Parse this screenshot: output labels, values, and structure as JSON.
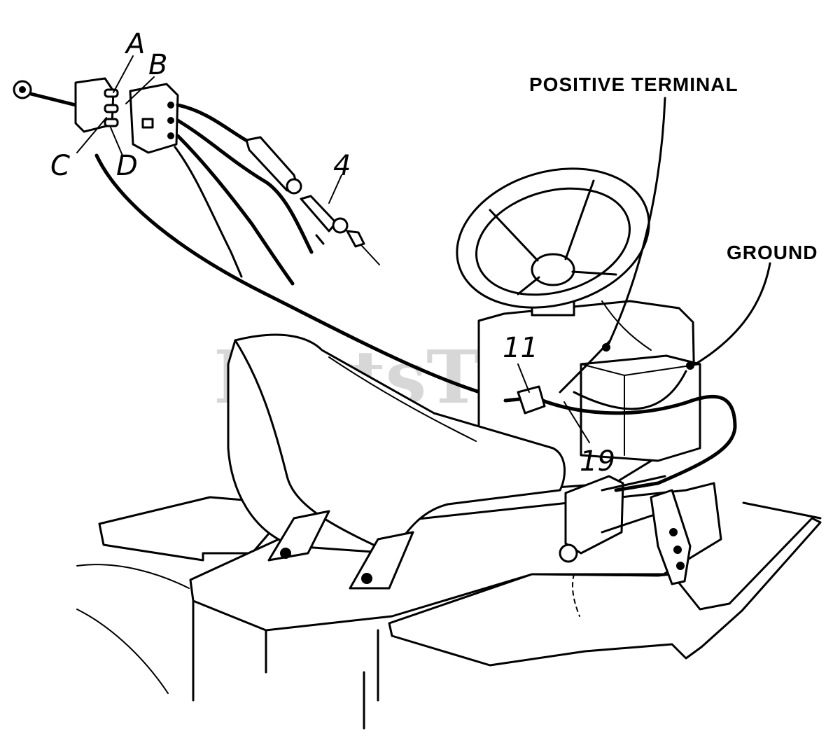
{
  "labels": {
    "positive_terminal": "POSITIVE TERMINAL",
    "ground": "GROUND",
    "letter_a": "A",
    "letter_b": "B",
    "letter_c": "C",
    "letter_d": "D",
    "part_4": "4",
    "part_11": "11",
    "part_19": "19"
  },
  "watermark": "PartsTree"
}
